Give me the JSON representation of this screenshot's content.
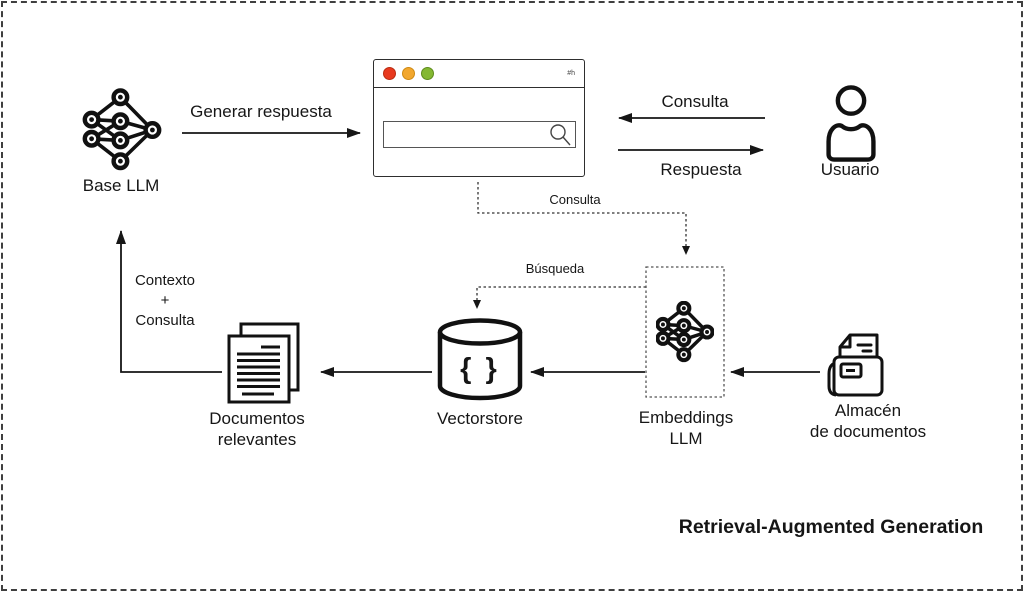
{
  "title": "Retrieval-Augmented Generation",
  "nodes": {
    "base_llm": {
      "label": "Base LLM"
    },
    "usuario": {
      "label": "Usuario"
    },
    "vectorstore": {
      "label": "Vectorstore",
      "glyph": "{ }"
    },
    "embeddings": {
      "line1": "Embeddings",
      "line2": "LLM"
    },
    "almacen": {
      "line1": "Almacén",
      "line2": "de documentos"
    },
    "documentos": {
      "line1": "Documentos",
      "line2": "relevantes"
    },
    "browser": {
      "corner_glyph": "#h",
      "search_value": "",
      "search_placeholder": ""
    }
  },
  "edges": {
    "generar_respuesta": {
      "label": "Generar respuesta"
    },
    "consulta_usuario": {
      "label": "Consulta"
    },
    "respuesta": {
      "label": "Respuesta"
    },
    "consulta_embeddings": {
      "label": "Consulta"
    },
    "busqueda": {
      "label": "Búsqueda"
    },
    "contexto": {
      "line1": "Contexto",
      "line2": "+",
      "line3": "Consulta"
    }
  },
  "colors": {
    "traffic_red": "#e8391e",
    "traffic_amber": "#f2a72e",
    "traffic_green": "#84b832",
    "stroke": "#161616",
    "frame_dash": "#3f3f3f"
  }
}
